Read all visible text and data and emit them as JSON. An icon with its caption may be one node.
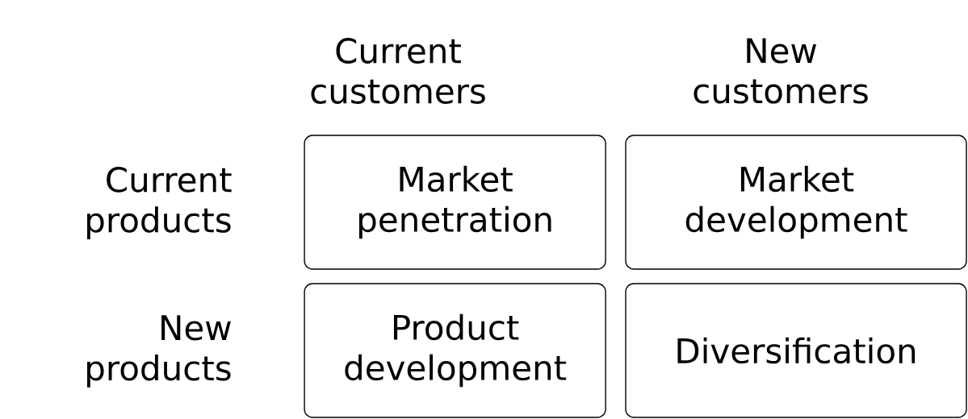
{
  "diagram": {
    "nodes": [
      {
        "text": [
          "Market penetration"
        ]
      },
      {
        "text": [
          "Market development"
        ]
      },
      {
        "text": [
          "Product development"
        ]
      },
      {
        "text": [
          "Diversification"
        ]
      }
    ],
    "labels": [
      "Current customers",
      "New customers",
      "Current products",
      "New products"
    ]
  }
}
